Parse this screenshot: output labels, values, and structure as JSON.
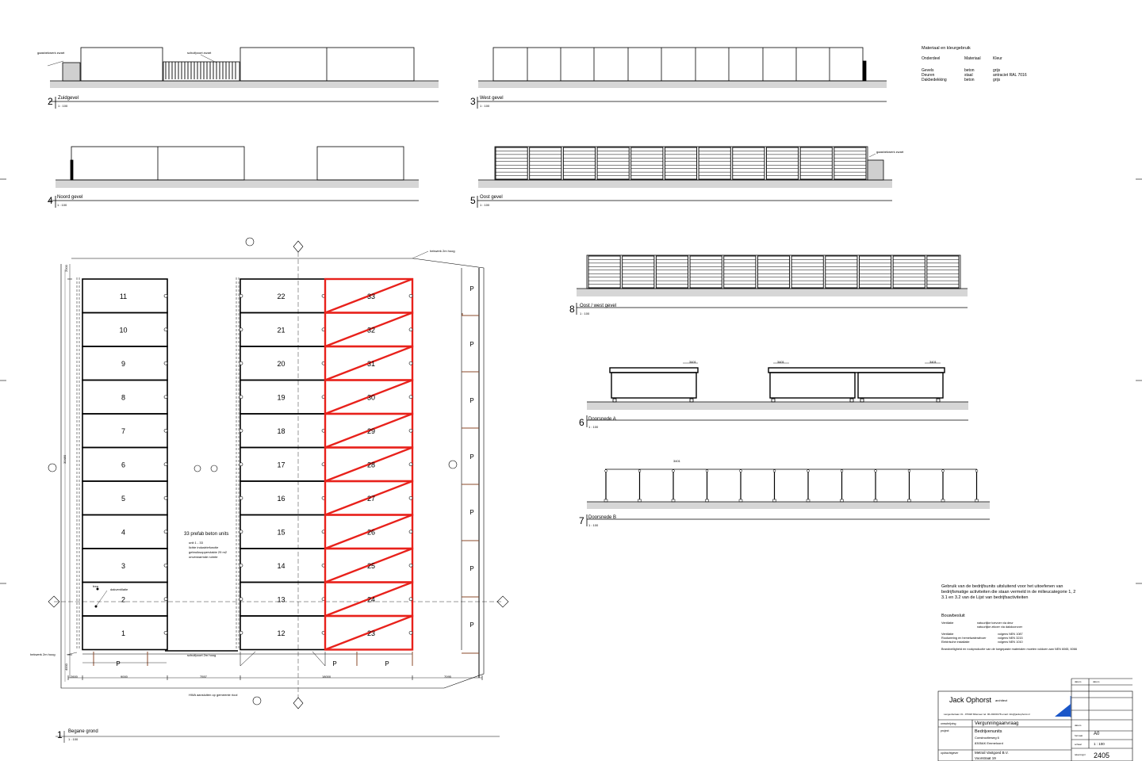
{
  "sheet": {
    "views": [
      {
        "number": "1",
        "title": "Begane grond",
        "scale": "1 : 100"
      },
      {
        "number": "2",
        "title": "Zuidgevel",
        "scale": "1 : 100"
      },
      {
        "number": "3",
        "title": "West gevel",
        "scale": "1 : 100"
      },
      {
        "number": "4",
        "title": "Noord gevel",
        "scale": "1 : 100"
      },
      {
        "number": "5",
        "title": "Oost gevel",
        "scale": "1 : 100"
      },
      {
        "number": "6",
        "title": "Doorsnede A",
        "scale": "1 : 100"
      },
      {
        "number": "7",
        "title": "Doorsnede B",
        "scale": "1 : 100"
      },
      {
        "number": "8",
        "title": "Oost / west gevel",
        "scale": "1 : 100"
      }
    ],
    "annotations": {
      "gaashekwerk": "gaashekwerk zwart",
      "schuifpoort": "schuifpoort zwart",
      "hekwerk_top": "hekwerk 2m hoog",
      "hekwerk_left": "hekwerk 2m hoog",
      "schuifpoort_bottom": "schuifpoort 2m hoog",
      "hwa": "HWA aansluiten op gemeente riool",
      "units_title": "33 prefab beton units",
      "units_sub1": "unit 1 - 33",
      "units_sub2": "lichte industriefunctie",
      "units_sub3": "gebruiksoppervlakte 29 m2",
      "units_sub4": "onverwarmde ruimte",
      "freq": "frea",
      "dakventilatie": "dakventilatie",
      "dim_3401": "3401"
    },
    "parking_label": "P",
    "dims_bottom": [
      "2600",
      "9000",
      "7557",
      "18000",
      "7095"
    ],
    "dim_total": "30480",
    "dim_top": "2000",
    "dim_bottom_left": "4000"
  },
  "units_left": [
    "11",
    "10",
    "9",
    "8",
    "7",
    "6",
    "5",
    "4",
    "3",
    "2",
    "1"
  ],
  "units_mid": [
    "22",
    "21",
    "20",
    "19",
    "18",
    "17",
    "16",
    "15",
    "14",
    "13",
    "12"
  ],
  "units_right": [
    "33",
    "32",
    "31",
    "30",
    "29",
    "28",
    "27",
    "26",
    "25",
    "24",
    "23"
  ],
  "materials": {
    "title": "Materiaal en kleurgebruik",
    "headers": [
      "Onderdeel",
      "Materiaal",
      "Kleur"
    ],
    "rows": [
      [
        "Gevels",
        "beton",
        "grijs"
      ],
      [
        "Deuren",
        "staal",
        "antraciet RAL 7016"
      ],
      [
        "Dakbedekking",
        "beton",
        "grijs"
      ]
    ]
  },
  "usage_note": {
    "line1": "Gebruik van de bedrijfsunits uitsluitend voor het uitoefenen van",
    "line2": "bedrijfsmatige activiteiten die staan vermeld in de milieucategorie 1, 2",
    "line3": "3.1 en 3.2  van de Lijst van bedrijfsactiviteiten"
  },
  "bouwbesluit": {
    "title": "Bouwbesluit",
    "rows": [
      [
        "Ventilatie",
        "natuurlijke toevoer via deur"
      ],
      [
        "",
        "natuurlijke afvoer via dakdoorvoer"
      ],
      [
        "Ventilatie",
        "volgens NEN 1087"
      ],
      [
        "Rookwering en hemelwaterafvoer",
        "volgens NEN 3215"
      ],
      [
        "Elektrische installatie",
        "volgens NEN 1010"
      ]
    ],
    "fire": "Brandveiligheid en rookproductie van de toegepaste materialen moeten voldoen aan NEN 6065, 6066"
  },
  "titleblock": {
    "architect": "Jack Ophorst",
    "architect_suffix": "architect",
    "address": "Langeshertaan 31 - 9764M Milemeer   tel. 06-20201978   email: info@jackophorst.nl",
    "label_status": "omschrijving",
    "status": "Vergunningaanvraag",
    "label_project": "project",
    "project": "Bedrijvenunits",
    "project_addr1": "Constructieweg 6",
    "project_addr2": "8305AK Emmeloord",
    "label_client": "opdrachtgever",
    "client": "Metrail Vastgoed B.V.",
    "client_addr": "Voorstraat 19",
    "label_format": "formaat",
    "format": "A0",
    "label_scale": "schaal",
    "scale": "1 : 100",
    "label_number": "tekeningnr",
    "number": "2405",
    "label_date": "datum",
    "label_rev": "datum",
    "label_rev2": "datum"
  }
}
